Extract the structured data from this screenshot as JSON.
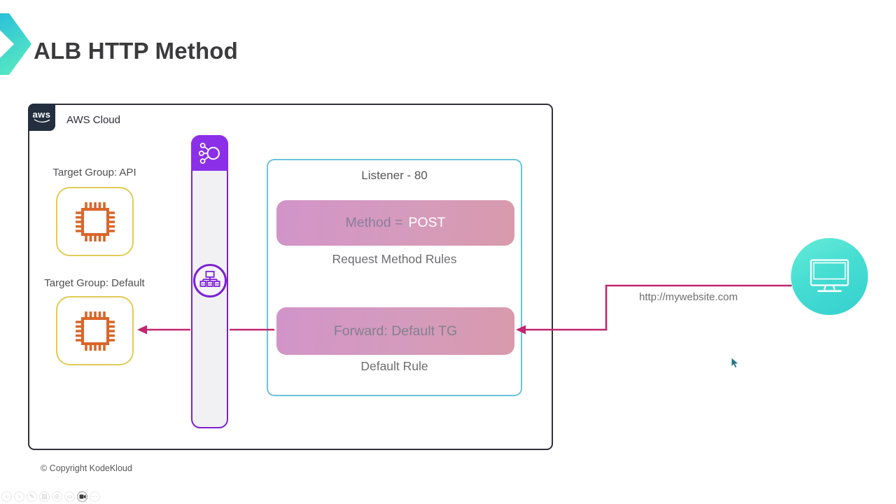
{
  "slide": {
    "title": "ALB HTTP Method",
    "copyright": "© Copyright KodeKloud"
  },
  "aws_cloud": {
    "label": "AWS Cloud",
    "logo_text": "aws"
  },
  "target_groups": [
    {
      "label": "Target Group: API",
      "icon": "chip-icon"
    },
    {
      "label": "Target Group: Default",
      "icon": "chip-icon"
    }
  ],
  "load_balancer": {
    "header_icon": "elastic-load-balancer-icon",
    "node_icon": "application-load-balancer-icon"
  },
  "listener": {
    "title": "Listener - 80",
    "method_rule": {
      "prefix": "Method =",
      "value": "POST",
      "caption": "Request Method Rules"
    },
    "default_rule": {
      "text": "Forward: Default TG",
      "caption": "Default Rule"
    }
  },
  "client": {
    "icon": "monitor-icon",
    "url_label": "http://mywebsite.com"
  },
  "toolbar": {
    "items": [
      {
        "name": "prev",
        "glyph": "‹"
      },
      {
        "name": "next",
        "glyph": "›"
      },
      {
        "name": "pen",
        "glyph": "✎"
      },
      {
        "name": "print",
        "glyph": "▤"
      },
      {
        "name": "zoom",
        "glyph": "◎"
      },
      {
        "name": "display",
        "glyph": "▭"
      },
      {
        "name": "camera",
        "glyph": ""
      },
      {
        "name": "more",
        "glyph": "⋯"
      }
    ]
  },
  "colors": {
    "accent_purple": "#8b2fe8",
    "purple_border": "#7e22d0",
    "listener_border": "#69c4db",
    "pink_arrow": "#c1266f",
    "pill_gradient_left": "#d294c9",
    "pill_gradient_right": "#d89aab",
    "tg_border_yellow": "#e0cb55",
    "chip_orange": "#d9662a",
    "aws_navy": "#232f3e",
    "client_teal": "#3ed6d0"
  }
}
